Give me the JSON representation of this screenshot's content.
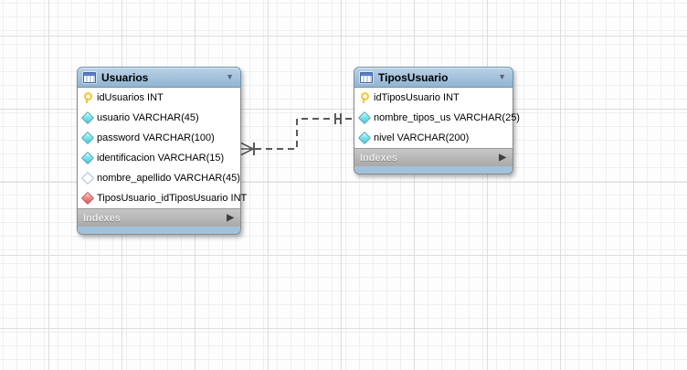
{
  "diagram": {
    "type": "eer-diagram",
    "colors": {
      "table_header_blue": "#a5c4dd",
      "table_footer_gray": "#b5b5b5",
      "table_bottom_strip_blue": "#a2c2dc",
      "connector_gray": "#595959",
      "column_diamond_cyan": "#3cc9db",
      "foreign_key_diamond_red": "#dd5553",
      "primary_key_yellow": "#ecc93b",
      "grid_minor": "#efefef",
      "grid_major": "#dcdcdc"
    }
  },
  "tables": [
    {
      "title": "Usuarios",
      "collapse_icon": "▼",
      "columns": [
        {
          "icon": "key",
          "name": "idUsuarios INT"
        },
        {
          "icon": "diamond-filled",
          "name": "usuario VARCHAR(45)"
        },
        {
          "icon": "diamond-filled",
          "name": "password VARCHAR(100)"
        },
        {
          "icon": "diamond-filled",
          "name": "identificacion VARCHAR(15)"
        },
        {
          "icon": "diamond-hollow",
          "name": "nombre_apellido VARCHAR(45)"
        },
        {
          "icon": "diamond-red",
          "name": "TiposUsuario_idTiposUsuario INT"
        }
      ],
      "footer_label": "Indexes",
      "footer_icon": "▶"
    },
    {
      "title": "TiposUsuario",
      "collapse_icon": "▼",
      "columns": [
        {
          "icon": "key",
          "name": "idTiposUsuario INT"
        },
        {
          "icon": "diamond-filled",
          "name": "nombre_tipos_us VARCHAR(25)"
        },
        {
          "icon": "diamond-filled",
          "name": "nivel VARCHAR(200)"
        }
      ],
      "footer_label": "Indexes",
      "footer_icon": "▶"
    }
  ],
  "relationship": {
    "from_table": "Usuarios",
    "to_table": "TiposUsuario",
    "from_cardinality": "many (crow's foot with bar)",
    "to_cardinality": "exactly one (double bar)",
    "line_style": "dashed (non-identifying)"
  }
}
